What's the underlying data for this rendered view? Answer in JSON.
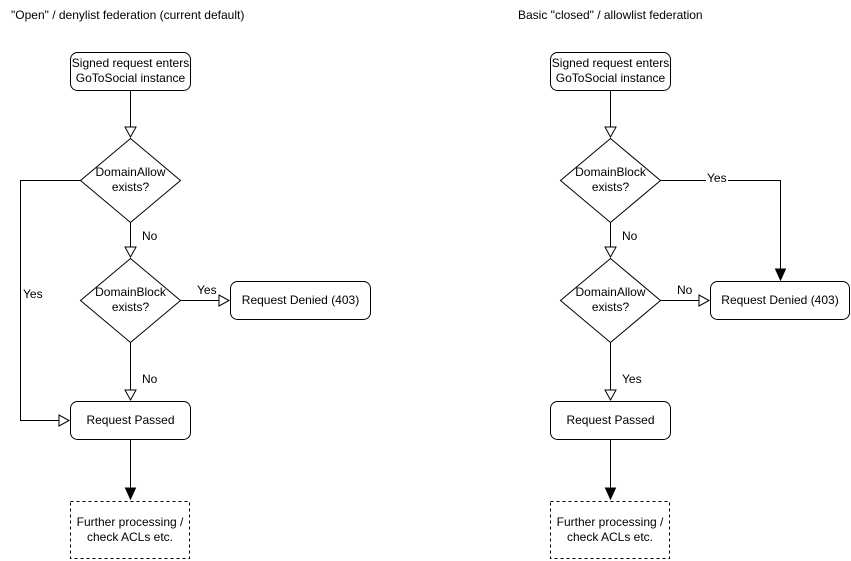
{
  "colors": {
    "stroke": "#000000",
    "text": "#000000",
    "background": "#ffffff"
  },
  "left": {
    "title": "\"Open\" / denylist federation (current default)",
    "start": "Signed request enters\nGoToSocial instance",
    "decision1": "DomainAllow\nexists?",
    "decision1_yes": "Yes",
    "decision1_no": "No",
    "decision2": "DomainBlock\nexists?",
    "decision2_yes": "Yes",
    "decision2_no": "No",
    "denied": "Request Denied (403)",
    "passed": "Request Passed",
    "further": "Further processing /\ncheck ACLs etc."
  },
  "right": {
    "title": "Basic \"closed\" / allowlist federation",
    "start": "Signed request enters\nGoToSocial instance",
    "decision1": "DomainBlock\nexists?",
    "decision1_yes": "Yes",
    "decision1_no": "No",
    "decision2": "DomainAllow\nexists?",
    "decision2_no": "No",
    "decision2_yes": "Yes",
    "denied": "Request Denied (403)",
    "passed": "Request Passed",
    "further": "Further processing /\ncheck ACLs etc."
  }
}
